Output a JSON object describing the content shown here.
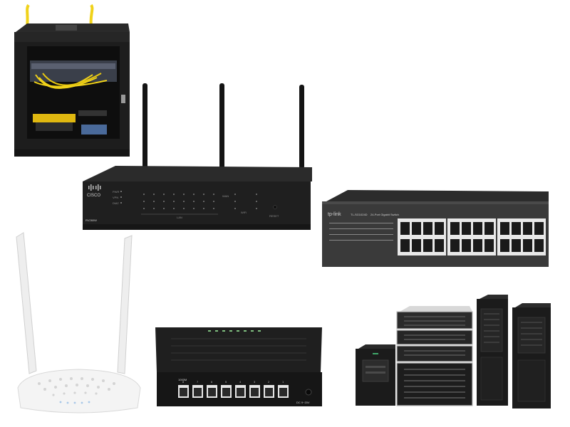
{
  "router": {
    "brand": "CISCO",
    "model": "RV260W",
    "led_labels": [
      "PWR",
      "VPN",
      "DMZ",
      "WAN",
      "LAN",
      "WiFi"
    ],
    "reset_label": "RESET"
  },
  "rack_switch": {
    "brand": "tp-link",
    "model": "TL-SG1024D",
    "descriptor": "24-Port Gigabit Switch"
  },
  "desktop_switch": {
    "label": "1000M",
    "port_numbers": [
      "8",
      "7",
      "6",
      "5",
      "4",
      "3",
      "2",
      "1"
    ],
    "power_label": "DC 9~20V"
  },
  "colors": {
    "device_black": "#1c1c1c",
    "cable_yellow": "#f0d21a",
    "router_white": "#f4f4f4"
  }
}
